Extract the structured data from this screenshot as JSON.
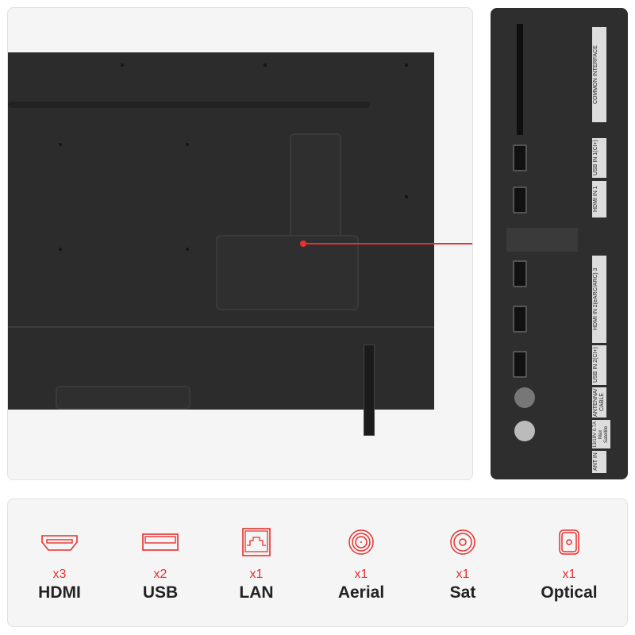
{
  "accent_color": "#e8302e",
  "side_panel": {
    "labels": [
      "COMMON INTERFACE",
      "USB IN 1(CI+)",
      "HDMI IN 1",
      "HDMI IN 2(eARC/ARC) 3",
      "USB IN 2(CI+)",
      "ANTENNA/ CABLE",
      "13/18V 0.7A Max Satellite",
      "ANT IN"
    ]
  },
  "ports": [
    {
      "icon": "hdmi-icon",
      "count": "x3",
      "name": "HDMI"
    },
    {
      "icon": "usb-icon",
      "count": "x2",
      "name": "USB"
    },
    {
      "icon": "lan-icon",
      "count": "x1",
      "name": "LAN"
    },
    {
      "icon": "aerial-icon",
      "count": "x1",
      "name": "Aerial"
    },
    {
      "icon": "sat-icon",
      "count": "x1",
      "name": "Sat"
    },
    {
      "icon": "optical-icon",
      "count": "x1",
      "name": "Optical"
    }
  ]
}
